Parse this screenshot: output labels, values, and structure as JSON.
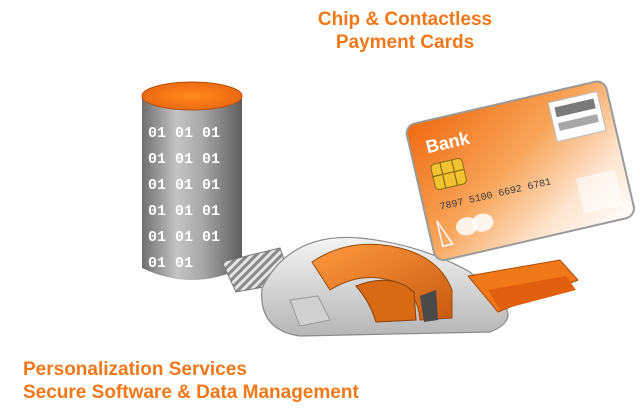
{
  "top_caption": {
    "line1": "Chip & Contactless",
    "line2": "Payment Cards"
  },
  "bottom_caption": {
    "line1": "Personalization Services",
    "line2": "Secure Software & Data Management"
  },
  "card": {
    "bank_label": "Bank",
    "card_number": "7897 5100 6692 6781"
  },
  "database": {
    "binary_rows": [
      "01 01 01",
      "01 01 01",
      "01 01 01",
      "01 01 01",
      "01 01 01",
      "01 01"
    ]
  },
  "colors": {
    "accent": "#f07818",
    "dark_orange": "#c85a10",
    "gray": "#9a9a9a"
  }
}
